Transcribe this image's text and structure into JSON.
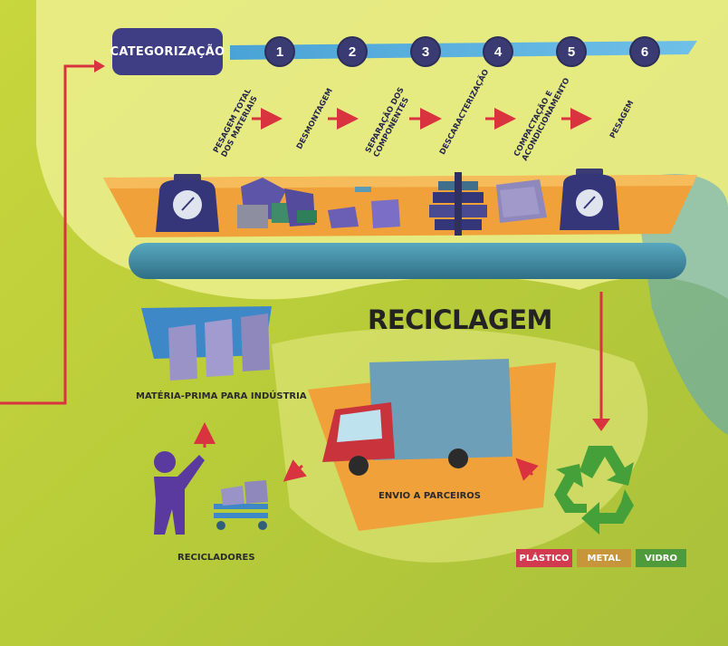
{
  "header": {
    "badge": "CATEGORIZAÇÃO"
  },
  "steps": [
    {
      "number": "1",
      "lines": [
        "PESAGEM TOTAL",
        "DOS MATERIAIS"
      ]
    },
    {
      "number": "2",
      "lines": [
        "DESMONTAGEM"
      ]
    },
    {
      "number": "3",
      "lines": [
        "SEPARAÇÃO DOS",
        "COMPONENTES"
      ]
    },
    {
      "number": "4",
      "lines": [
        "DESCARACTERIZAÇÃO"
      ]
    },
    {
      "number": "5",
      "lines": [
        "COMPACTAÇÃO E",
        "ACONDICIONAMENTO"
      ]
    },
    {
      "number": "6",
      "lines": [
        "PESAGEM"
      ]
    }
  ],
  "recycling": {
    "title": "RECICLAGEM",
    "raw_material": "MATÉRIA-PRIMA PARA INDÚSTRIA",
    "shipping": "ENVIO A PARCEIROS",
    "recyclers": "RECICLADORES",
    "materials": [
      {
        "name": "PLÁSTICO",
        "color": "#d23a4f"
      },
      {
        "name": "METAL",
        "color": "#c7953a"
      },
      {
        "name": "VIDRO",
        "color": "#4f9a3a"
      }
    ]
  },
  "colors": {
    "background": "#b9cc3c",
    "accent_red": "#d8333f",
    "conveyor": "#3f8ea6",
    "badge": "#3f3e84"
  }
}
